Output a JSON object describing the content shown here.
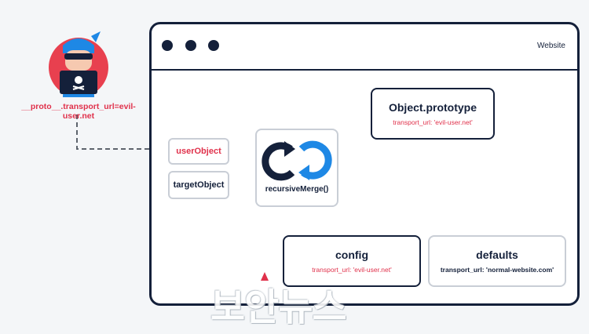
{
  "attacker": {
    "payload": "__proto__.transport_url=evil-user.net"
  },
  "window": {
    "title": "Website"
  },
  "inputs": {
    "user_object": "userObject",
    "target_object": "targetObject"
  },
  "merge": {
    "label": "recursiveMerge()"
  },
  "prototype": {
    "title": "Object.prototype",
    "value": "transport_url: 'evil-user.net'"
  },
  "config": {
    "title": "config",
    "value": "transport_url: 'evil-user.net'"
  },
  "defaults": {
    "title": "defaults",
    "value": "transport_url: 'normal-website.com'"
  },
  "watermark": "보안뉴스",
  "colors": {
    "navy": "#14203a",
    "red": "#e0314b",
    "blue": "#1e88e5",
    "arrow": "#8a8f96"
  }
}
